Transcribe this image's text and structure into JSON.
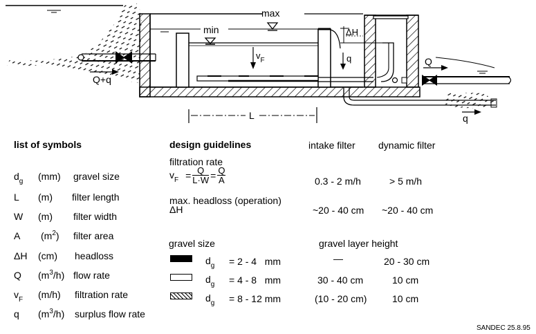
{
  "diagram": {
    "labels": {
      "max": "max",
      "min": "min",
      "vF_main": "v",
      "vF_sub": "F",
      "deltaH": "ΔH",
      "q_down": "q",
      "Q_out": "Q",
      "Q_plus_q": "Q+q",
      "q_drain": "q",
      "L": "L"
    }
  },
  "symbols": {
    "title": "list of symbols",
    "items": [
      {
        "sym": "d",
        "sub": "g",
        "unit": "(mm)",
        "desc": "gravel size"
      },
      {
        "sym": "L",
        "sub": "",
        "unit": "(m)",
        "desc": "filter length"
      },
      {
        "sym": "W",
        "sub": "",
        "unit": "(m)",
        "desc": "filter width"
      },
      {
        "sym": "A",
        "sub": "",
        "unit_pre": "(m",
        "unit_sup": "2",
        "unit_post": ")",
        "desc": "filter area"
      },
      {
        "sym": "ΔH",
        "sub": "",
        "unit": "(cm)",
        "desc": "headloss"
      },
      {
        "sym": "Q",
        "sub": "",
        "unit_pre": "(m",
        "unit_sup": "3",
        "unit_post": "/h)",
        "desc": "flow rate"
      },
      {
        "sym": "v",
        "sub": "F",
        "unit": "(m/h)",
        "desc": "filtration rate"
      },
      {
        "sym": "q",
        "sub": "",
        "unit_pre": "(m",
        "unit_sup": "3",
        "unit_post": "/h)",
        "desc": "surplus flow rate"
      }
    ]
  },
  "guidelines": {
    "title": "design guidelines",
    "col_intake": "intake filter",
    "col_dynamic": "dynamic filter",
    "filtration_rate": {
      "label": "filtration rate",
      "formula_lhs": "v",
      "formula_lhs_sub": "F",
      "eq1": "=",
      "frac1_num": "Q",
      "frac1_den": "L·W",
      "eq2": "=",
      "frac2_num": "Q",
      "frac2_den": "A",
      "intake": "0.3 - 2 m/h",
      "dynamic": "> 5 m/h"
    },
    "headloss": {
      "label": "max. headloss (operation)",
      "symbol": "ΔH",
      "intake": "~20 - 40 cm",
      "dynamic": "~20 - 40 cm"
    }
  },
  "gravel": {
    "title": "gravel size",
    "layer_title": "gravel layer height",
    "rows": [
      {
        "swatch": "black",
        "sym": "d",
        "sub": "g",
        "range": "= 2 - 4   mm",
        "intake": "—",
        "dynamic": "20 - 30 cm"
      },
      {
        "swatch": "white",
        "sym": "d",
        "sub": "g",
        "range": "= 4 - 8   mm",
        "intake": "30 - 40 cm",
        "dynamic": "10 cm"
      },
      {
        "swatch": "hatched",
        "sym": "d",
        "sub": "g",
        "range": "= 8 - 12 mm",
        "intake": "(10 - 20 cm)",
        "dynamic": "10 cm"
      }
    ]
  },
  "credit": "SANDEC 25.8.95"
}
